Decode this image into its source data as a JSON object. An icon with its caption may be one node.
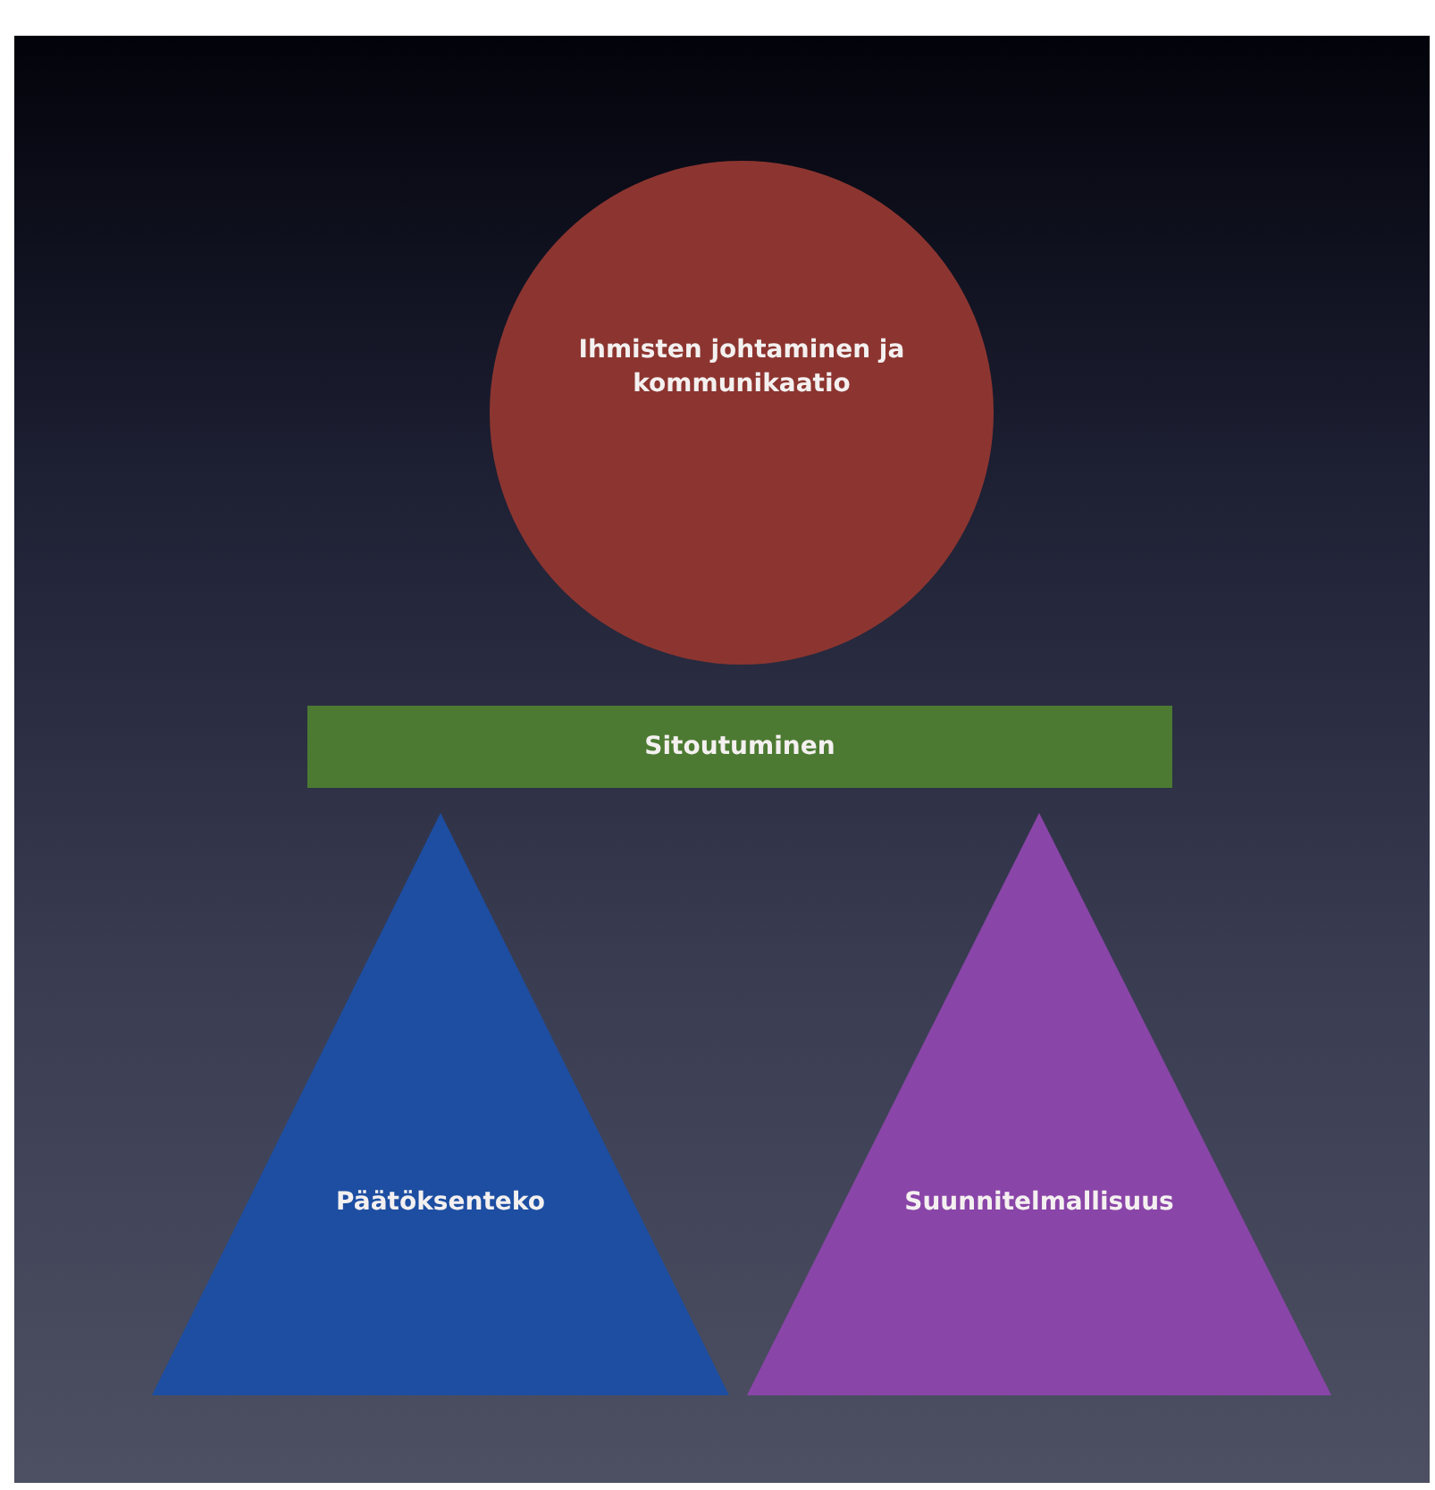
{
  "diagram": {
    "nodes": [
      {
        "text": [
          "Ihmisten johtaminen ja kommunikaatio"
        ]
      },
      {
        "text": [
          "Sitoutuminen"
        ]
      },
      {
        "text": [
          "Päätöksenteko"
        ]
      },
      {
        "text": [
          "Suunnitelmallisuus"
        ]
      }
    ]
  }
}
